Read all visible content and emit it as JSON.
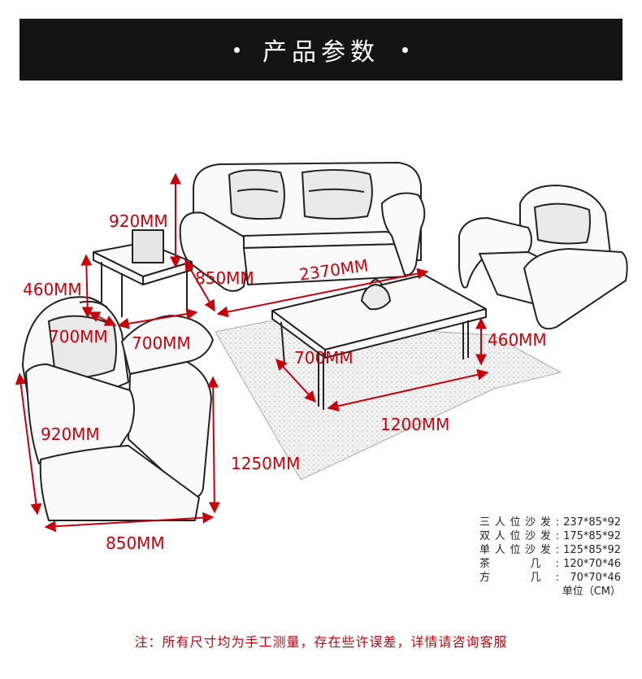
{
  "header": {
    "title": "产品参数"
  },
  "dimensions": {
    "sofa3_height": "920MM",
    "sofa3_depth": "850MM",
    "sofa3_width": "2370MM",
    "side_table_height": "460MM",
    "side_table_depth": "700MM",
    "side_table_width": "700MM",
    "coffee_table_depth": "700MM",
    "coffee_table_height": "460MM",
    "coffee_table_width": "1200MM",
    "loveseat_height": "920MM",
    "loveseat_length": "1250MM",
    "loveseat_depth": "850MM"
  },
  "specs": [
    {
      "name": "三人位沙发:",
      "value": "237*85*92"
    },
    {
      "name": "双人位沙发:",
      "value": "175*85*92"
    },
    {
      "name": "单人位沙发:",
      "value": "125*85*92"
    },
    {
      "name": "茶　几:",
      "value": "120*70*46"
    },
    {
      "name": "方　几:",
      "value": "70*70*46"
    }
  ],
  "unit_note": "单位（CM）",
  "footnote": "注：所有尺寸均为手工测量，存在些许误差，详情请咨询客服",
  "colors": {
    "accent": "#c8000a",
    "header_bg": "#141414"
  }
}
